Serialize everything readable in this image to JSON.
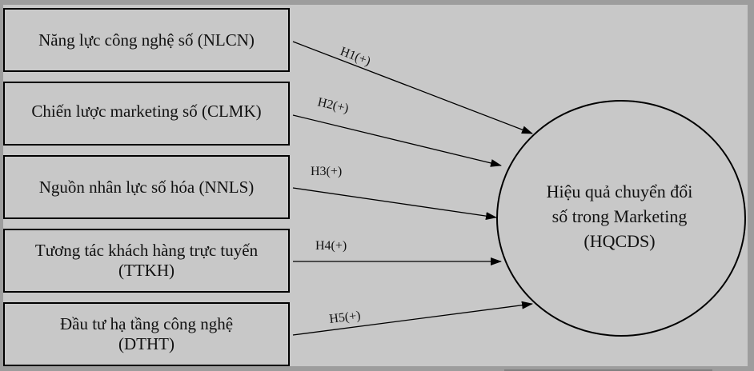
{
  "diagram": {
    "type": "research-model",
    "independent_variables": [
      {
        "id": "NLCN",
        "label": "Năng lực công nghệ số (NLCN)"
      },
      {
        "id": "CLMK",
        "label": "Chiến lược marketing số (CLMK)"
      },
      {
        "id": "NNLS",
        "label": "Nguồn nhân lực số hóa (NNLS)"
      },
      {
        "id": "TTKH",
        "label": "Tương tác khách hàng trực tuyến\n(TTKH)"
      },
      {
        "id": "DTHT",
        "label": "Đầu tư hạ tầng công nghệ\n(DTHT)"
      }
    ],
    "dependent_variable": {
      "id": "HQCDS",
      "label": "Hiệu quả chuyển đổi\n số trong Marketing\n(HQCDS)"
    },
    "hypotheses": [
      {
        "label": "H1(+)",
        "from": "NLCN",
        "to": "HQCDS"
      },
      {
        "label": "H2(+)",
        "from": "CLMK",
        "to": "HQCDS"
      },
      {
        "label": "H3(+)",
        "from": "NNLS",
        "to": "HQCDS"
      },
      {
        "label": "H4(+)",
        "from": "TTKH",
        "to": "HQCDS"
      },
      {
        "label": "H5(+)",
        "from": "DTHT",
        "to": "HQCDS"
      }
    ]
  },
  "colors": {
    "frame": "#9d9d9d",
    "panel": "#c8c8c8",
    "stroke": "#000000"
  }
}
